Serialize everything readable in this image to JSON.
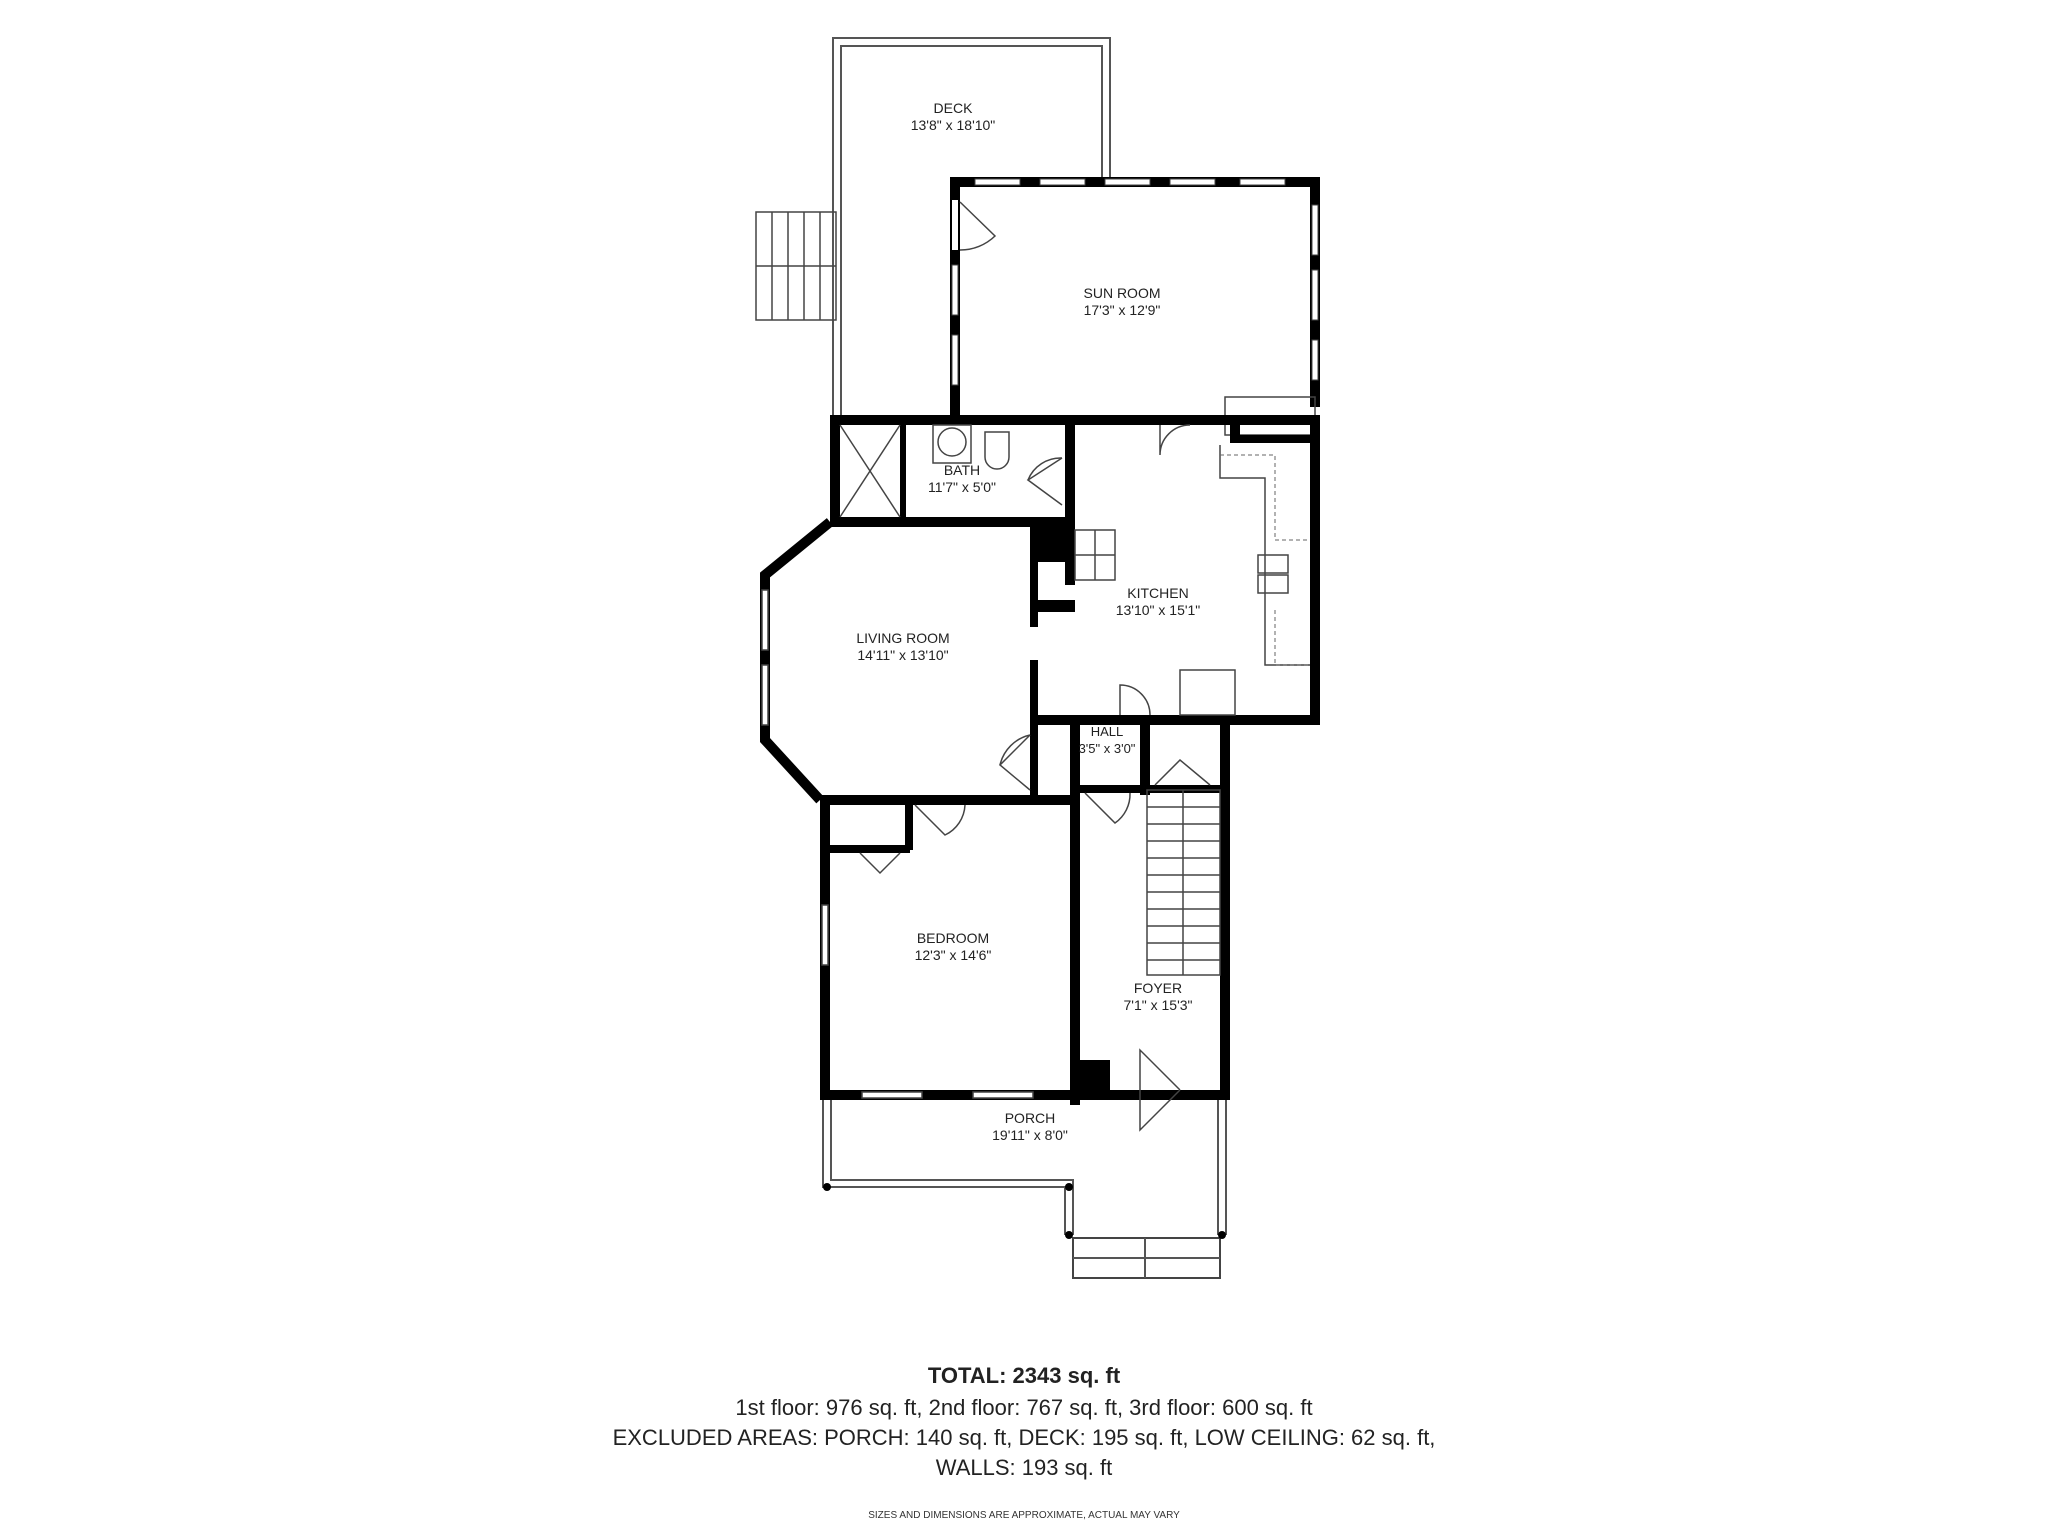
{
  "floorplan": {
    "rooms": [
      {
        "id": "deck",
        "name": "DECK",
        "dimensions": "13'8\" x 18'10\""
      },
      {
        "id": "sun_room",
        "name": "SUN ROOM",
        "dimensions": "17'3\" x 12'9\""
      },
      {
        "id": "bath",
        "name": "BATH",
        "dimensions": "11'7\" x 5'0\""
      },
      {
        "id": "kitchen",
        "name": "KITCHEN",
        "dimensions": "13'10\" x 15'1\""
      },
      {
        "id": "living_room",
        "name": "LIVING ROOM",
        "dimensions": "14'11\" x 13'10\""
      },
      {
        "id": "hall",
        "name": "HALL",
        "dimensions": "3'5\" x 3'0\""
      },
      {
        "id": "bedroom",
        "name": "BEDROOM",
        "dimensions": "12'3\" x 14'6\""
      },
      {
        "id": "foyer",
        "name": "FOYER",
        "dimensions": "7'1\" x 15'3\""
      },
      {
        "id": "porch",
        "name": "PORCH",
        "dimensions": "19'11\" x 8'0\""
      }
    ]
  },
  "summary": {
    "total": "TOTAL: 2343 sq. ft",
    "floors": "1st floor: 976 sq. ft, 2nd floor: 767 sq. ft, 3rd floor: 600 sq. ft",
    "excluded": "EXCLUDED AREAS: PORCH: 140 sq. ft, DECK: 195 sq. ft, LOW CEILING: 62 sq. ft,",
    "walls": "WALLS: 193 sq. ft",
    "disclaimer": "SIZES AND DIMENSIONS ARE APPROXIMATE, ACTUAL MAY VARY"
  },
  "colors": {
    "wall": "#000000",
    "line": "#555555",
    "background": "#ffffff"
  }
}
